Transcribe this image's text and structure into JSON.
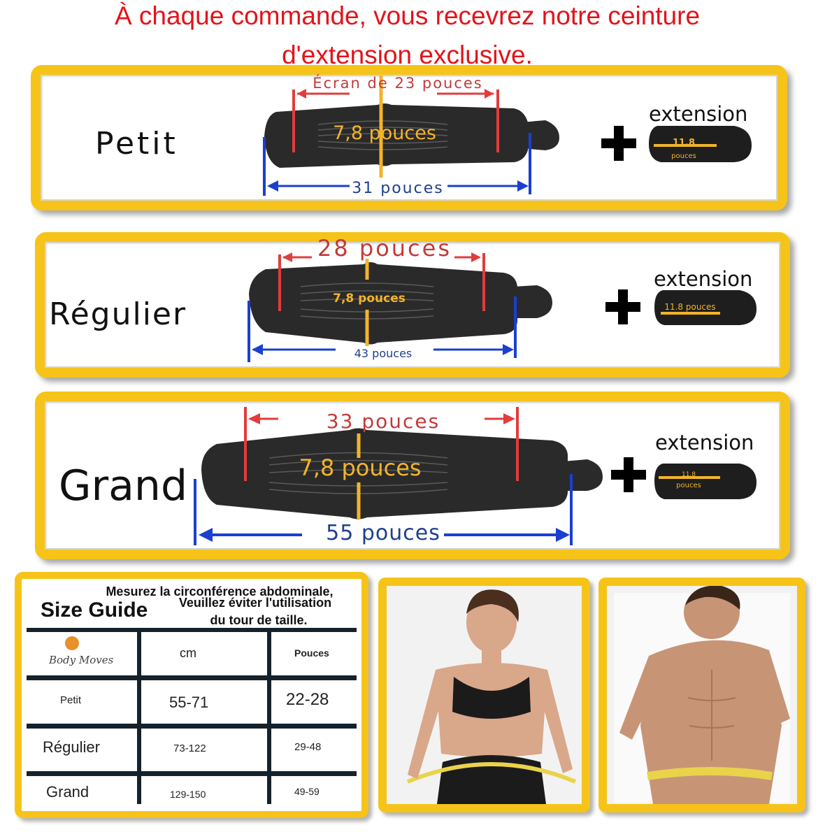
{
  "headline": {
    "line1": "À chaque commande, vous recevrez notre ceinture",
    "line2": "d'extension exclusive."
  },
  "colors": {
    "frame": "#f6c419",
    "headline": "#e2141b",
    "dim_red": "#e23c3c",
    "dim_blue": "#1a3fd1",
    "dim_gold": "#f3b42a"
  },
  "panels": [
    {
      "size": "Petit",
      "top_dim": "Écran de 23 pouces",
      "height_dim": "7,8 pouces",
      "bottom_dim": "31 pouces",
      "extension_label": "extension",
      "extension_value": "11.8",
      "extension_unit": "pouces",
      "icon": "plus-icon"
    },
    {
      "size": "Régulier",
      "top_dim": "28 pouces",
      "height_dim": "7,8 pouces",
      "bottom_dim": "43 pouces",
      "extension_label": "extension",
      "extension_value": "11.8 pouces",
      "extension_unit": "",
      "icon": "plus-icon"
    },
    {
      "size": "Grand",
      "top_dim": "33 pouces",
      "height_dim": "7,8 pouces",
      "bottom_dim": "55 pouces",
      "extension_label": "extension",
      "extension_value": "11.8",
      "extension_unit": "pouces",
      "icon": "plus-icon"
    }
  ],
  "guide": {
    "title": "Size Guide",
    "note_line1": "Mesurez la circonférence abdominale,",
    "note_line2": "Veuillez éviter l'utilisation",
    "note_line3": "du tour de taille.",
    "brand": "Body Moves",
    "col_cm": "cm",
    "col_in": "Pouces",
    "rows": [
      {
        "label": "Petit",
        "cm": "55-71",
        "in": "22-28"
      },
      {
        "label": "Régulier",
        "cm": "73-122",
        "in": "29-48"
      },
      {
        "label": "Grand",
        "cm": "129-150",
        "in": "49-59"
      }
    ]
  },
  "photos": [
    {
      "name": "woman-measuring-waist-photo"
    },
    {
      "name": "man-measuring-waist-photo"
    }
  ]
}
